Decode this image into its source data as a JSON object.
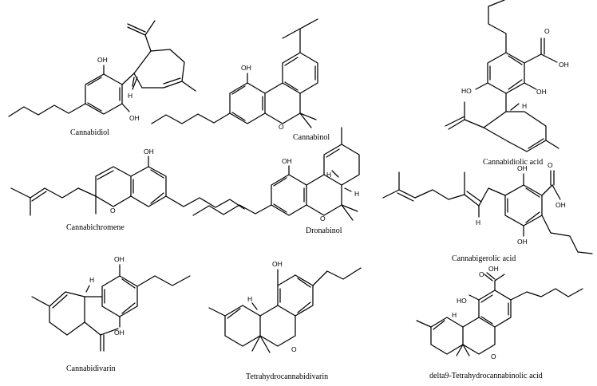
{
  "molecules": [
    {
      "id": "cannabidiol",
      "caption": "Cannabidiol",
      "atom_labels": [
        "OH",
        "OH",
        "H"
      ]
    },
    {
      "id": "cannabinol",
      "caption": "Cannabinol",
      "atom_labels": [
        "OH",
        "O"
      ]
    },
    {
      "id": "cannabidiolic-acid",
      "caption": "Cannabidiolic acid",
      "atom_labels": [
        "O",
        "OH",
        "HO",
        "OH",
        "H"
      ]
    },
    {
      "id": "cannabichromene",
      "caption": "Cannabichromene",
      "atom_labels": [
        "OH",
        "O"
      ]
    },
    {
      "id": "dronabinol",
      "caption": "Dronabinol",
      "atom_labels": [
        "OH",
        "H",
        "H",
        "O"
      ]
    },
    {
      "id": "cannabigerolic-acid",
      "caption": "Cannabigerolic acid",
      "atom_labels": [
        "OH",
        "O",
        "OH",
        "H",
        "OH"
      ]
    },
    {
      "id": "cannabidivarin",
      "caption": "Cannabidivarin",
      "atom_labels": [
        "OH",
        "OH",
        "H"
      ]
    },
    {
      "id": "tetrahydrocannabidivarin",
      "caption": "Tetrahydrocannabidivarin",
      "atom_labels": [
        "OH",
        "H",
        "O"
      ]
    },
    {
      "id": "delta9-thca",
      "caption": "delta9-Tetrahydrocannabinolic acid",
      "atom_labels": [
        "OH",
        "O",
        "HO",
        "H",
        "O"
      ]
    }
  ]
}
